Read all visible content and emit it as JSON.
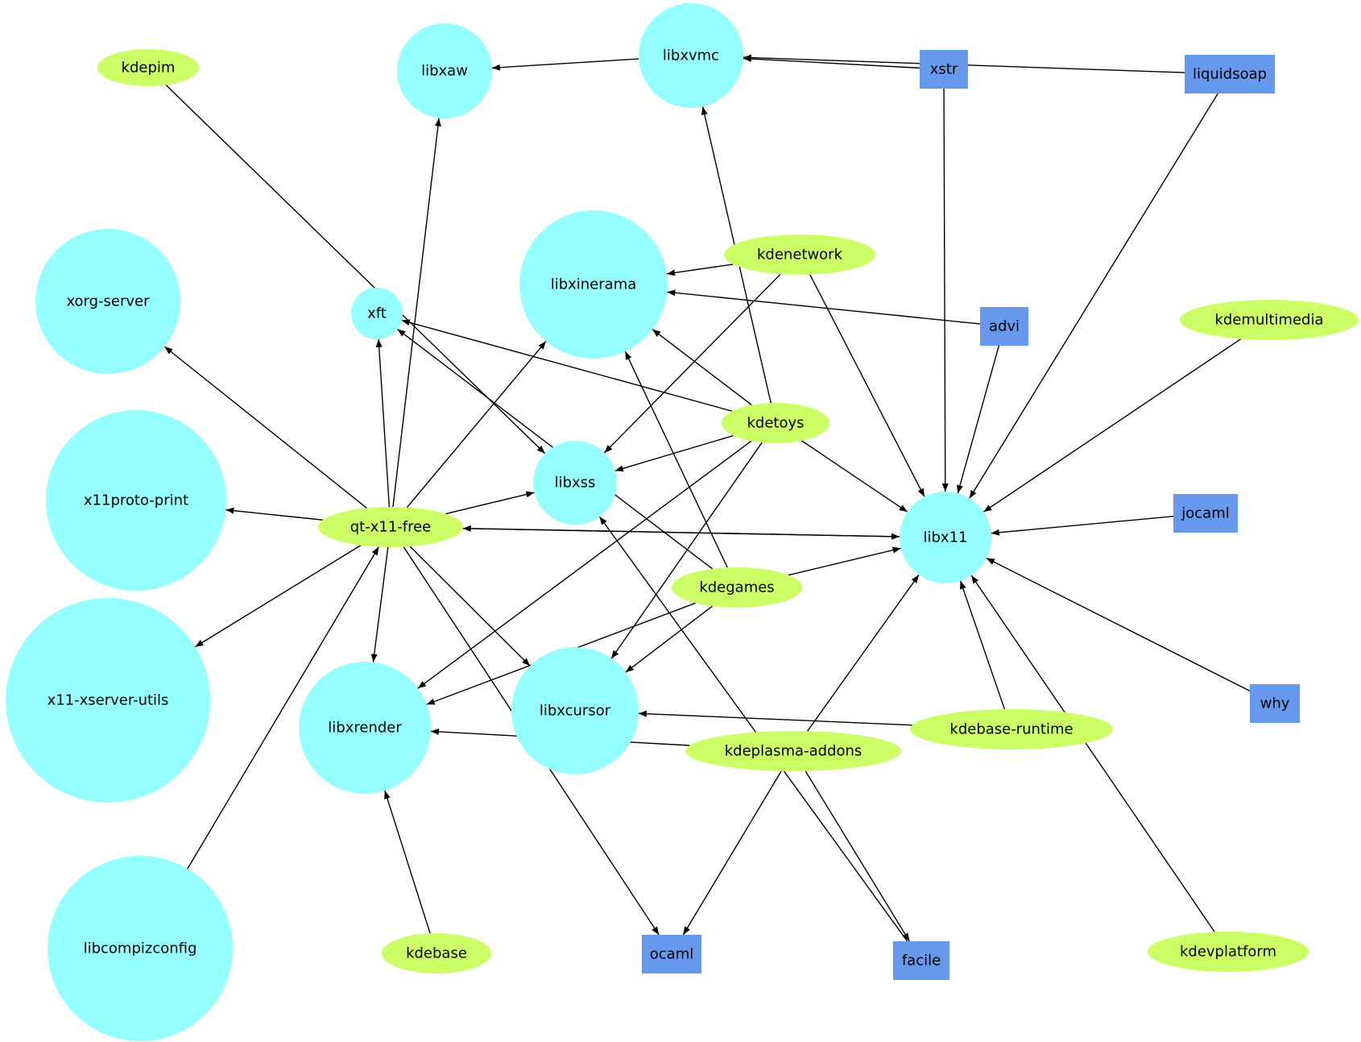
{
  "colors": {
    "circle_fill": "#96ffff",
    "ellipse_fill": "#ccff66",
    "box_fill": "#6699ee",
    "edge": "#000000"
  },
  "nodes": [
    {
      "id": "libxaw",
      "label": "libxaw",
      "shape": "circle"
    },
    {
      "id": "libxvmc",
      "label": "libxvmc",
      "shape": "circle"
    },
    {
      "id": "xstr",
      "label": "xstr",
      "shape": "box"
    },
    {
      "id": "liquidsoap",
      "label": "liquidsoap",
      "shape": "box"
    },
    {
      "id": "kdepim",
      "label": "kdepim",
      "shape": "ellipse"
    },
    {
      "id": "xorg-server",
      "label": "xorg-server",
      "shape": "circle"
    },
    {
      "id": "xft",
      "label": "xft",
      "shape": "circle"
    },
    {
      "id": "libxinerama",
      "label": "libxinerama",
      "shape": "circle"
    },
    {
      "id": "kdenetwork",
      "label": "kdenetwork",
      "shape": "ellipse"
    },
    {
      "id": "advi",
      "label": "advi",
      "shape": "box"
    },
    {
      "id": "kdemultimedia",
      "label": "kdemultimedia",
      "shape": "ellipse"
    },
    {
      "id": "kdetoys",
      "label": "kdetoys",
      "shape": "ellipse"
    },
    {
      "id": "x11proto-print",
      "label": "x11proto-print",
      "shape": "circle"
    },
    {
      "id": "libxss",
      "label": "libxss",
      "shape": "circle"
    },
    {
      "id": "qt-x11-free",
      "label": "qt-x11-free",
      "shape": "ellipse"
    },
    {
      "id": "libx11",
      "label": "libx11",
      "shape": "circle"
    },
    {
      "id": "jocaml",
      "label": "jocaml",
      "shape": "box"
    },
    {
      "id": "kdegames",
      "label": "kdegames",
      "shape": "ellipse"
    },
    {
      "id": "x11-xserver-utils",
      "label": "x11-xserver-utils",
      "shape": "circle"
    },
    {
      "id": "libxcursor",
      "label": "libxcursor",
      "shape": "circle"
    },
    {
      "id": "libxrender",
      "label": "libxrender",
      "shape": "circle"
    },
    {
      "id": "why",
      "label": "why",
      "shape": "box"
    },
    {
      "id": "kdebase-runtime",
      "label": "kdebase-runtime",
      "shape": "ellipse"
    },
    {
      "id": "kdeplasma-addons",
      "label": "kdeplasma-addons",
      "shape": "ellipse"
    },
    {
      "id": "libcompizconfig",
      "label": "libcompizconfig",
      "shape": "circle"
    },
    {
      "id": "kdebase",
      "label": "kdebase",
      "shape": "ellipse"
    },
    {
      "id": "ocaml",
      "label": "ocaml",
      "shape": "box"
    },
    {
      "id": "facile",
      "label": "facile",
      "shape": "box"
    },
    {
      "id": "kdevplatform",
      "label": "kdevplatform",
      "shape": "ellipse"
    }
  ],
  "edges": [
    {
      "from": "libxvmc",
      "to": "libxaw"
    },
    {
      "from": "xstr",
      "to": "libxvmc"
    },
    {
      "from": "liquidsoap",
      "to": "libxvmc"
    },
    {
      "from": "xstr",
      "to": "libx11"
    },
    {
      "from": "liquidsoap",
      "to": "libx11"
    },
    {
      "from": "kdepim",
      "to": "libxss"
    },
    {
      "from": "kdenetwork",
      "to": "libxinerama"
    },
    {
      "from": "kdenetwork",
      "to": "libxss"
    },
    {
      "from": "kdenetwork",
      "to": "libx11"
    },
    {
      "from": "advi",
      "to": "libxinerama"
    },
    {
      "from": "advi",
      "to": "libx11"
    },
    {
      "from": "kdemultimedia",
      "to": "libx11"
    },
    {
      "from": "kdetoys",
      "to": "libxvmc"
    },
    {
      "from": "kdetoys",
      "to": "libxinerama"
    },
    {
      "from": "kdetoys",
      "to": "xft"
    },
    {
      "from": "kdetoys",
      "to": "libxss"
    },
    {
      "from": "kdetoys",
      "to": "libx11"
    },
    {
      "from": "kdetoys",
      "to": "libxrender"
    },
    {
      "from": "kdetoys",
      "to": "libxcursor"
    },
    {
      "from": "qt-x11-free",
      "to": "libxaw"
    },
    {
      "from": "qt-x11-free",
      "to": "xorg-server"
    },
    {
      "from": "qt-x11-free",
      "to": "xft"
    },
    {
      "from": "qt-x11-free",
      "to": "libxinerama"
    },
    {
      "from": "qt-x11-free",
      "to": "x11proto-print"
    },
    {
      "from": "qt-x11-free",
      "to": "libxss"
    },
    {
      "from": "qt-x11-free",
      "to": "libx11"
    },
    {
      "from": "libx11",
      "to": "qt-x11-free"
    },
    {
      "from": "qt-x11-free",
      "to": "x11-xserver-utils"
    },
    {
      "from": "qt-x11-free",
      "to": "libxrender"
    },
    {
      "from": "qt-x11-free",
      "to": "libxcursor"
    },
    {
      "from": "qt-x11-free",
      "to": "ocaml"
    },
    {
      "from": "libcompizconfig",
      "to": "qt-x11-free"
    },
    {
      "from": "jocaml",
      "to": "libx11"
    },
    {
      "from": "kdegames",
      "to": "libxinerama"
    },
    {
      "from": "kdegames",
      "to": "xft"
    },
    {
      "from": "kdegames",
      "to": "libx11"
    },
    {
      "from": "kdegames",
      "to": "libxrender"
    },
    {
      "from": "kdegames",
      "to": "libxcursor"
    },
    {
      "from": "why",
      "to": "libx11"
    },
    {
      "from": "kdebase-runtime",
      "to": "libx11"
    },
    {
      "from": "kdebase-runtime",
      "to": "libxcursor"
    },
    {
      "from": "kdeplasma-addons",
      "to": "libx11"
    },
    {
      "from": "kdeplasma-addons",
      "to": "libxrender"
    },
    {
      "from": "kdeplasma-addons",
      "to": "ocaml"
    },
    {
      "from": "facile",
      "to": "libxss"
    },
    {
      "from": "kdeplasma-addons",
      "to": "facile"
    },
    {
      "from": "kdevplatform",
      "to": "libx11"
    },
    {
      "from": "kdebase",
      "to": "libxrender"
    }
  ]
}
